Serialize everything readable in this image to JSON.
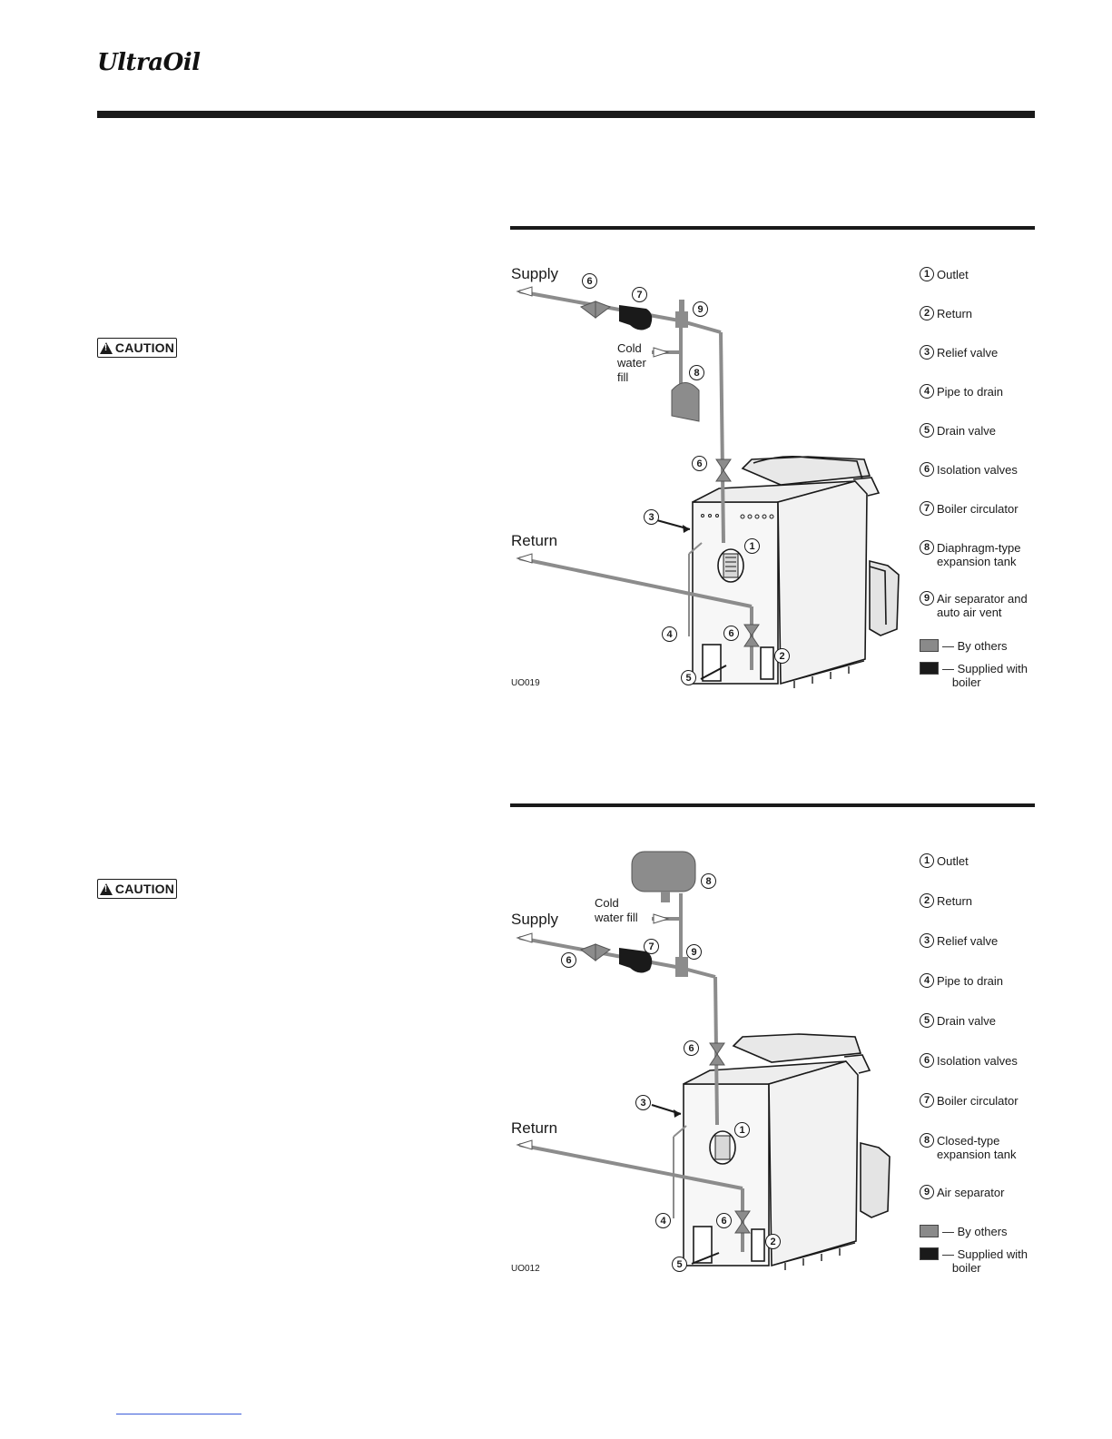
{
  "header": {
    "logo": "UltraOil"
  },
  "caution_label": "CAUTION",
  "colors": {
    "by_others": "#8a8a8a",
    "supplied": "#1a1a1a",
    "pipe": "#8c8c8c"
  },
  "figures": [
    {
      "code": "UO019",
      "supply": "Supply",
      "return": "Return",
      "fill_lines": [
        "Cold",
        "water",
        "fill"
      ],
      "legend": [
        {
          "n": "1",
          "lines": [
            "Outlet"
          ]
        },
        {
          "n": "2",
          "lines": [
            "Return"
          ]
        },
        {
          "n": "3",
          "lines": [
            "Relief valve"
          ]
        },
        {
          "n": "4",
          "lines": [
            "Pipe to drain"
          ]
        },
        {
          "n": "5",
          "lines": [
            "Drain valve"
          ]
        },
        {
          "n": "6",
          "lines": [
            "Isolation valves"
          ]
        },
        {
          "n": "7",
          "lines": [
            "Boiler circulator"
          ]
        },
        {
          "n": "8",
          "lines": [
            "Diaphragm-type",
            "expansion tank"
          ]
        },
        {
          "n": "9",
          "lines": [
            "Air separator and",
            "auto air vent"
          ]
        }
      ],
      "key": [
        {
          "label_lines": [
            "By others"
          ],
          "swatch": "by_others"
        },
        {
          "label_lines": [
            "Supplied with",
            "boiler"
          ],
          "swatch": "supplied"
        }
      ]
    },
    {
      "code": "UO012",
      "supply": "Supply",
      "return": "Return",
      "fill_lines": [
        "Cold",
        "water fill"
      ],
      "legend": [
        {
          "n": "1",
          "lines": [
            "Outlet"
          ]
        },
        {
          "n": "2",
          "lines": [
            "Return"
          ]
        },
        {
          "n": "3",
          "lines": [
            "Relief valve"
          ]
        },
        {
          "n": "4",
          "lines": [
            "Pipe to drain"
          ]
        },
        {
          "n": "5",
          "lines": [
            "Drain valve"
          ]
        },
        {
          "n": "6",
          "lines": [
            "Isolation valves"
          ]
        },
        {
          "n": "7",
          "lines": [
            "Boiler circulator"
          ]
        },
        {
          "n": "8",
          "lines": [
            "Closed-type",
            "expansion tank"
          ]
        },
        {
          "n": "9",
          "lines": [
            "Air separator"
          ]
        }
      ],
      "key": [
        {
          "label_lines": [
            "By others"
          ],
          "swatch": "by_others"
        },
        {
          "label_lines": [
            "Supplied with",
            "boiler"
          ],
          "swatch": "supplied"
        }
      ]
    }
  ]
}
